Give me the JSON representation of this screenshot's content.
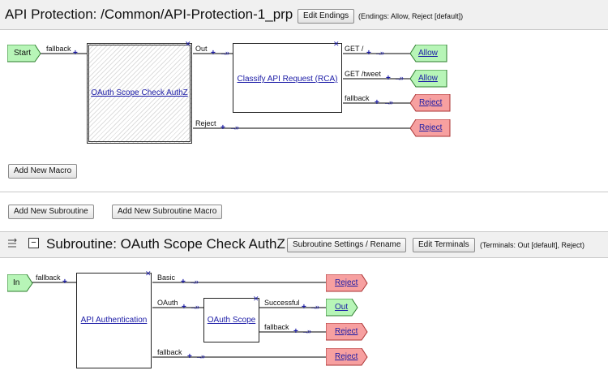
{
  "policy": {
    "title": "API Protection: /Common/API-Protection-1_prp",
    "edit_endings_label": "Edit Endings",
    "endings_note": "(Endings: Allow, Reject [default])",
    "start_label": "Start",
    "start_branch": "fallback",
    "macro_box": {
      "name": "OAuth Scope Check AuthZ",
      "branch_out": "Out",
      "branch_reject": "Reject"
    },
    "rca_box": {
      "name": "Classify API Request (RCA)",
      "branch_get": "GET /",
      "branch_tweet": "GET /tweet",
      "branch_fallback": "fallback"
    },
    "endings": [
      "Allow",
      "Allow",
      "Reject",
      "Reject"
    ],
    "add_macro_label": "Add New Macro",
    "add_subroutine_label": "Add New Subroutine",
    "add_subroutine_macro_label": "Add New Subroutine Macro"
  },
  "subroutine": {
    "collapse_symbol": "−",
    "title": "Subroutine: OAuth Scope Check AuthZ",
    "settings_label": "Subroutine Settings / Rename",
    "edit_terminals_label": "Edit Terminals",
    "terminals_note": "(Terminals: Out [default], Reject)",
    "in_label": "In",
    "in_branch": "fallback",
    "auth_box": {
      "name": "API Authentication",
      "branch_basic": "Basic",
      "branch_oauth": "OAuth",
      "branch_fallback": "fallback"
    },
    "scope_box": {
      "name": "OAuth Scope",
      "branch_success": "Successful",
      "branch_fallback": "fallback"
    },
    "endings": [
      "Reject",
      "Out",
      "Reject",
      "Reject"
    ]
  },
  "colors": {
    "green": "#b7f5b7",
    "red": "#f7a0a0",
    "link": "#1a1aa6"
  }
}
